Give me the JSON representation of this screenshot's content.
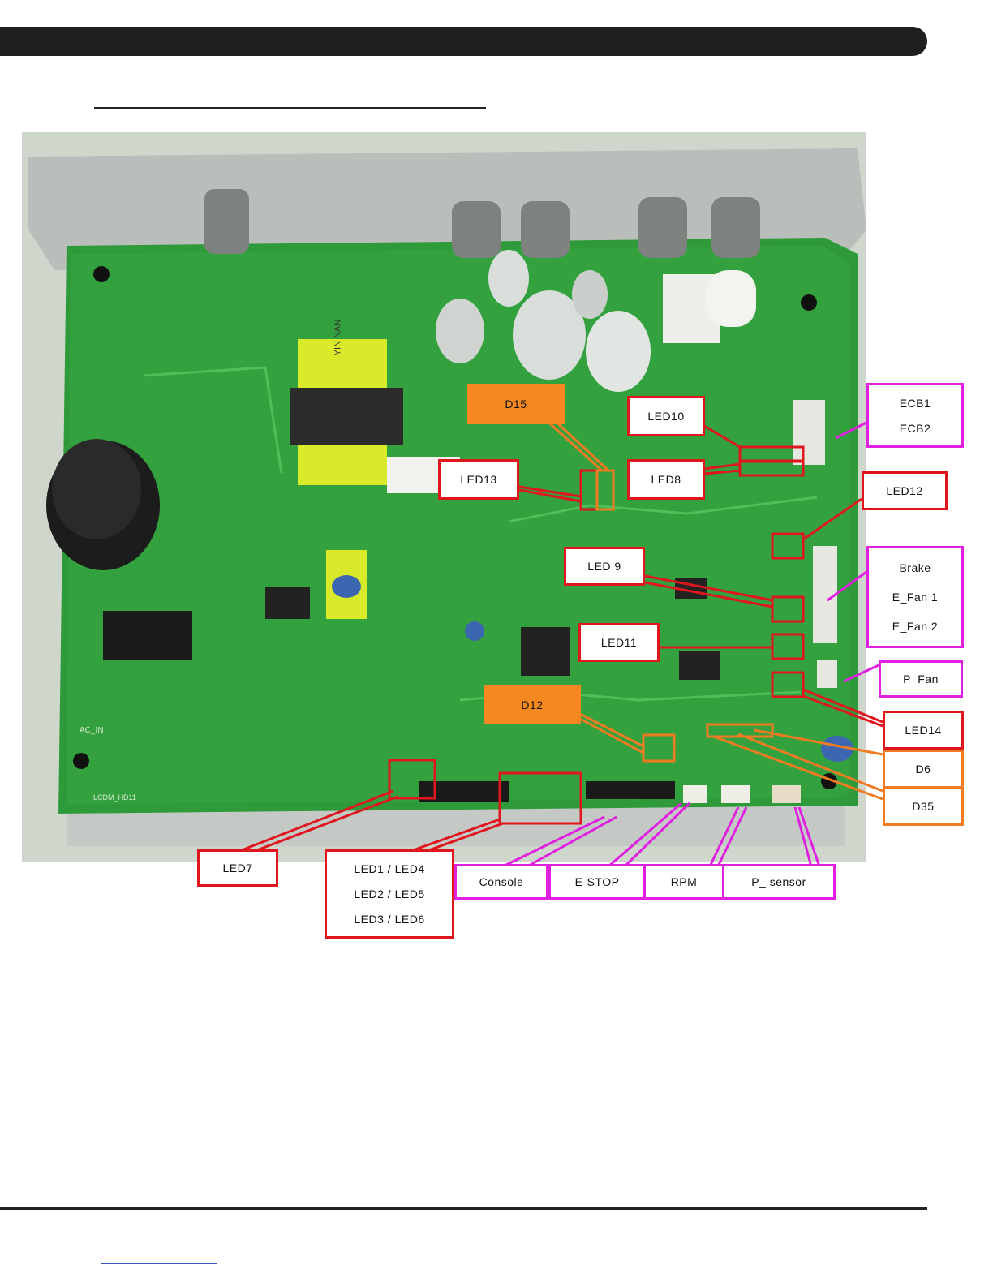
{
  "colors": {
    "header": "#1f1f1f",
    "red": "#e0161e",
    "magenta": "#e020e0",
    "orange": "#f07b22",
    "board": "#2f9a3a"
  },
  "labels": {
    "d15": "D15",
    "led10": "LED10",
    "led13": "LED13",
    "led8": "LED8",
    "ecb1": "ECB1",
    "ecb2": "ECB2",
    "led12": "LED12",
    "led9": "LED 9",
    "brake": "Brake",
    "efan1": "E_Fan 1",
    "efan2": "E_Fan 2",
    "led11": "LED11",
    "pfan": "P_Fan",
    "d12": "D12",
    "led14": "LED14",
    "d6": "D6",
    "d35": "D35",
    "led7": "LED7",
    "led1_4": "LED1 / LED4",
    "led2_5": "LED2 / LED5",
    "led3_6": "LED3 / LED6",
    "console": "Console",
    "estop": "E-STOP",
    "rpm": "RPM",
    "psensor": "P_ sensor"
  },
  "board_marks": {
    "transformer": "YIN NAN",
    "silkscreen_left": "AC_IN",
    "silkscreen_bottom": "LCDM_HD11"
  }
}
